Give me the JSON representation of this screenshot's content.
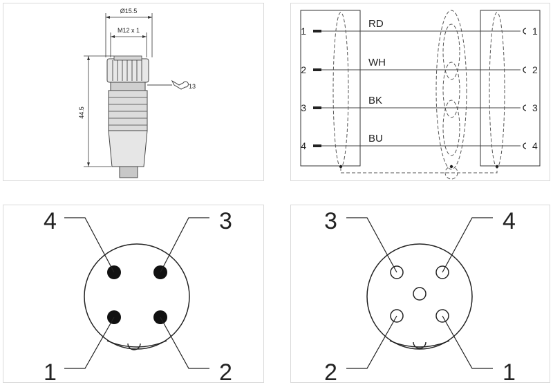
{
  "dimensions": {
    "diameter": "Ø15.5",
    "thread": "M12 x 1",
    "length": "44.5",
    "wrench_size": "13"
  },
  "wiring": {
    "left_pins": [
      "1",
      "2",
      "3",
      "4"
    ],
    "right_pins": [
      "1",
      "2",
      "3",
      "4"
    ],
    "wire_colors": [
      "RD",
      "WH",
      "BK",
      "BU"
    ]
  },
  "male_face": {
    "labels": {
      "top_left": "4",
      "top_right": "3",
      "bottom_left": "1",
      "bottom_right": "2"
    }
  },
  "female_face": {
    "labels": {
      "top_left": "3",
      "top_right": "4",
      "bottom_left": "2",
      "bottom_right": "1"
    }
  }
}
